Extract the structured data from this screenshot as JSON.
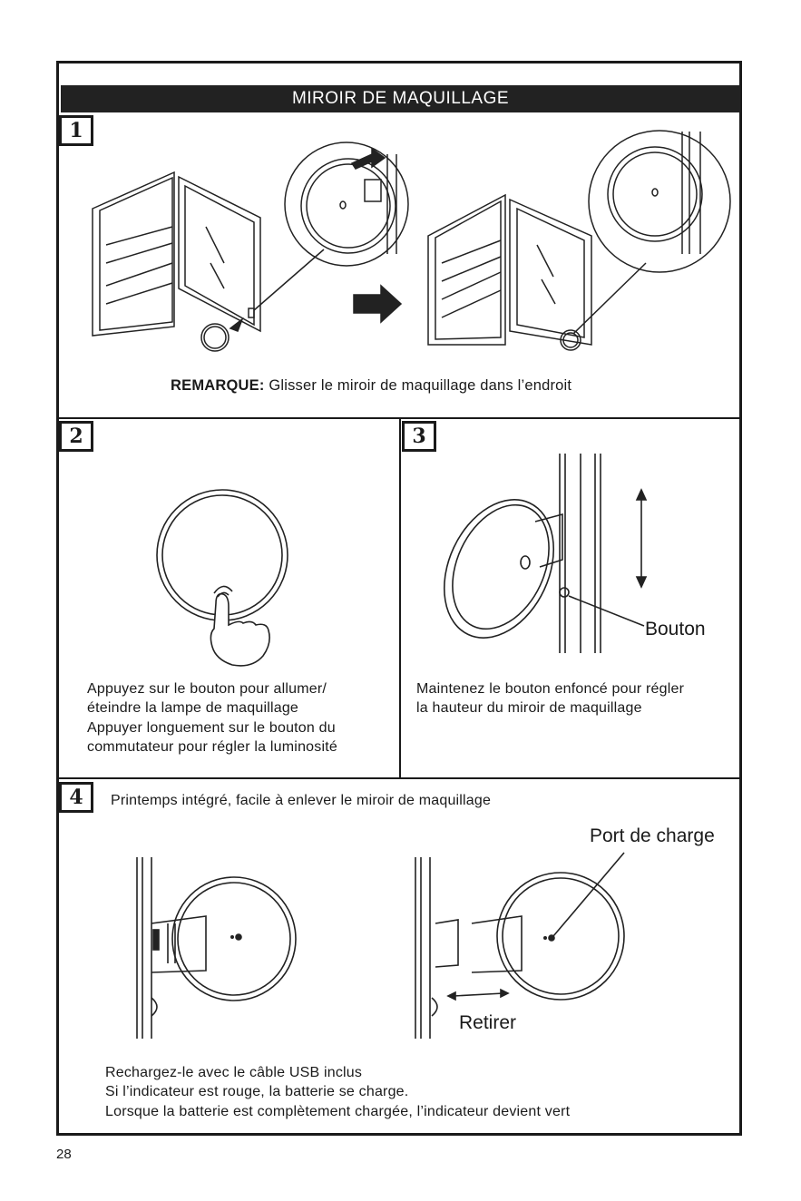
{
  "title": "MIROIR DE MAQUILLAGE",
  "steps": {
    "s1": {
      "number": "1",
      "note_label": "REMARQUE:",
      "note_text": " Glisser le miroir de maquillage dans l’endroit"
    },
    "s2": {
      "number": "2",
      "lines": [
        "Appuyez sur le bouton pour allumer/",
        "éteindre la lampe de maquillage",
        "Appuyer longuement sur le bouton du",
        "commutateur pour régler la luminosité"
      ]
    },
    "s3": {
      "number": "3",
      "callout": "Bouton",
      "lines": [
        "Maintenez le bouton enfoncé pour régler",
        "la hauteur du miroir de maquillage"
      ]
    },
    "s4": {
      "number": "4",
      "heading": "Printemps intégré, facile à enlever le miroir de maquillage",
      "callout_port": "Port de charge",
      "callout_remove": "Retirer",
      "lines": [
        "Rechargez-le avec le câble USB inclus",
        "Si l’indicateur est rouge, la batterie se charge.",
        "Lorsque la batterie est complètement chargée, l’indicateur devient vert"
      ]
    }
  },
  "page_number": "28"
}
